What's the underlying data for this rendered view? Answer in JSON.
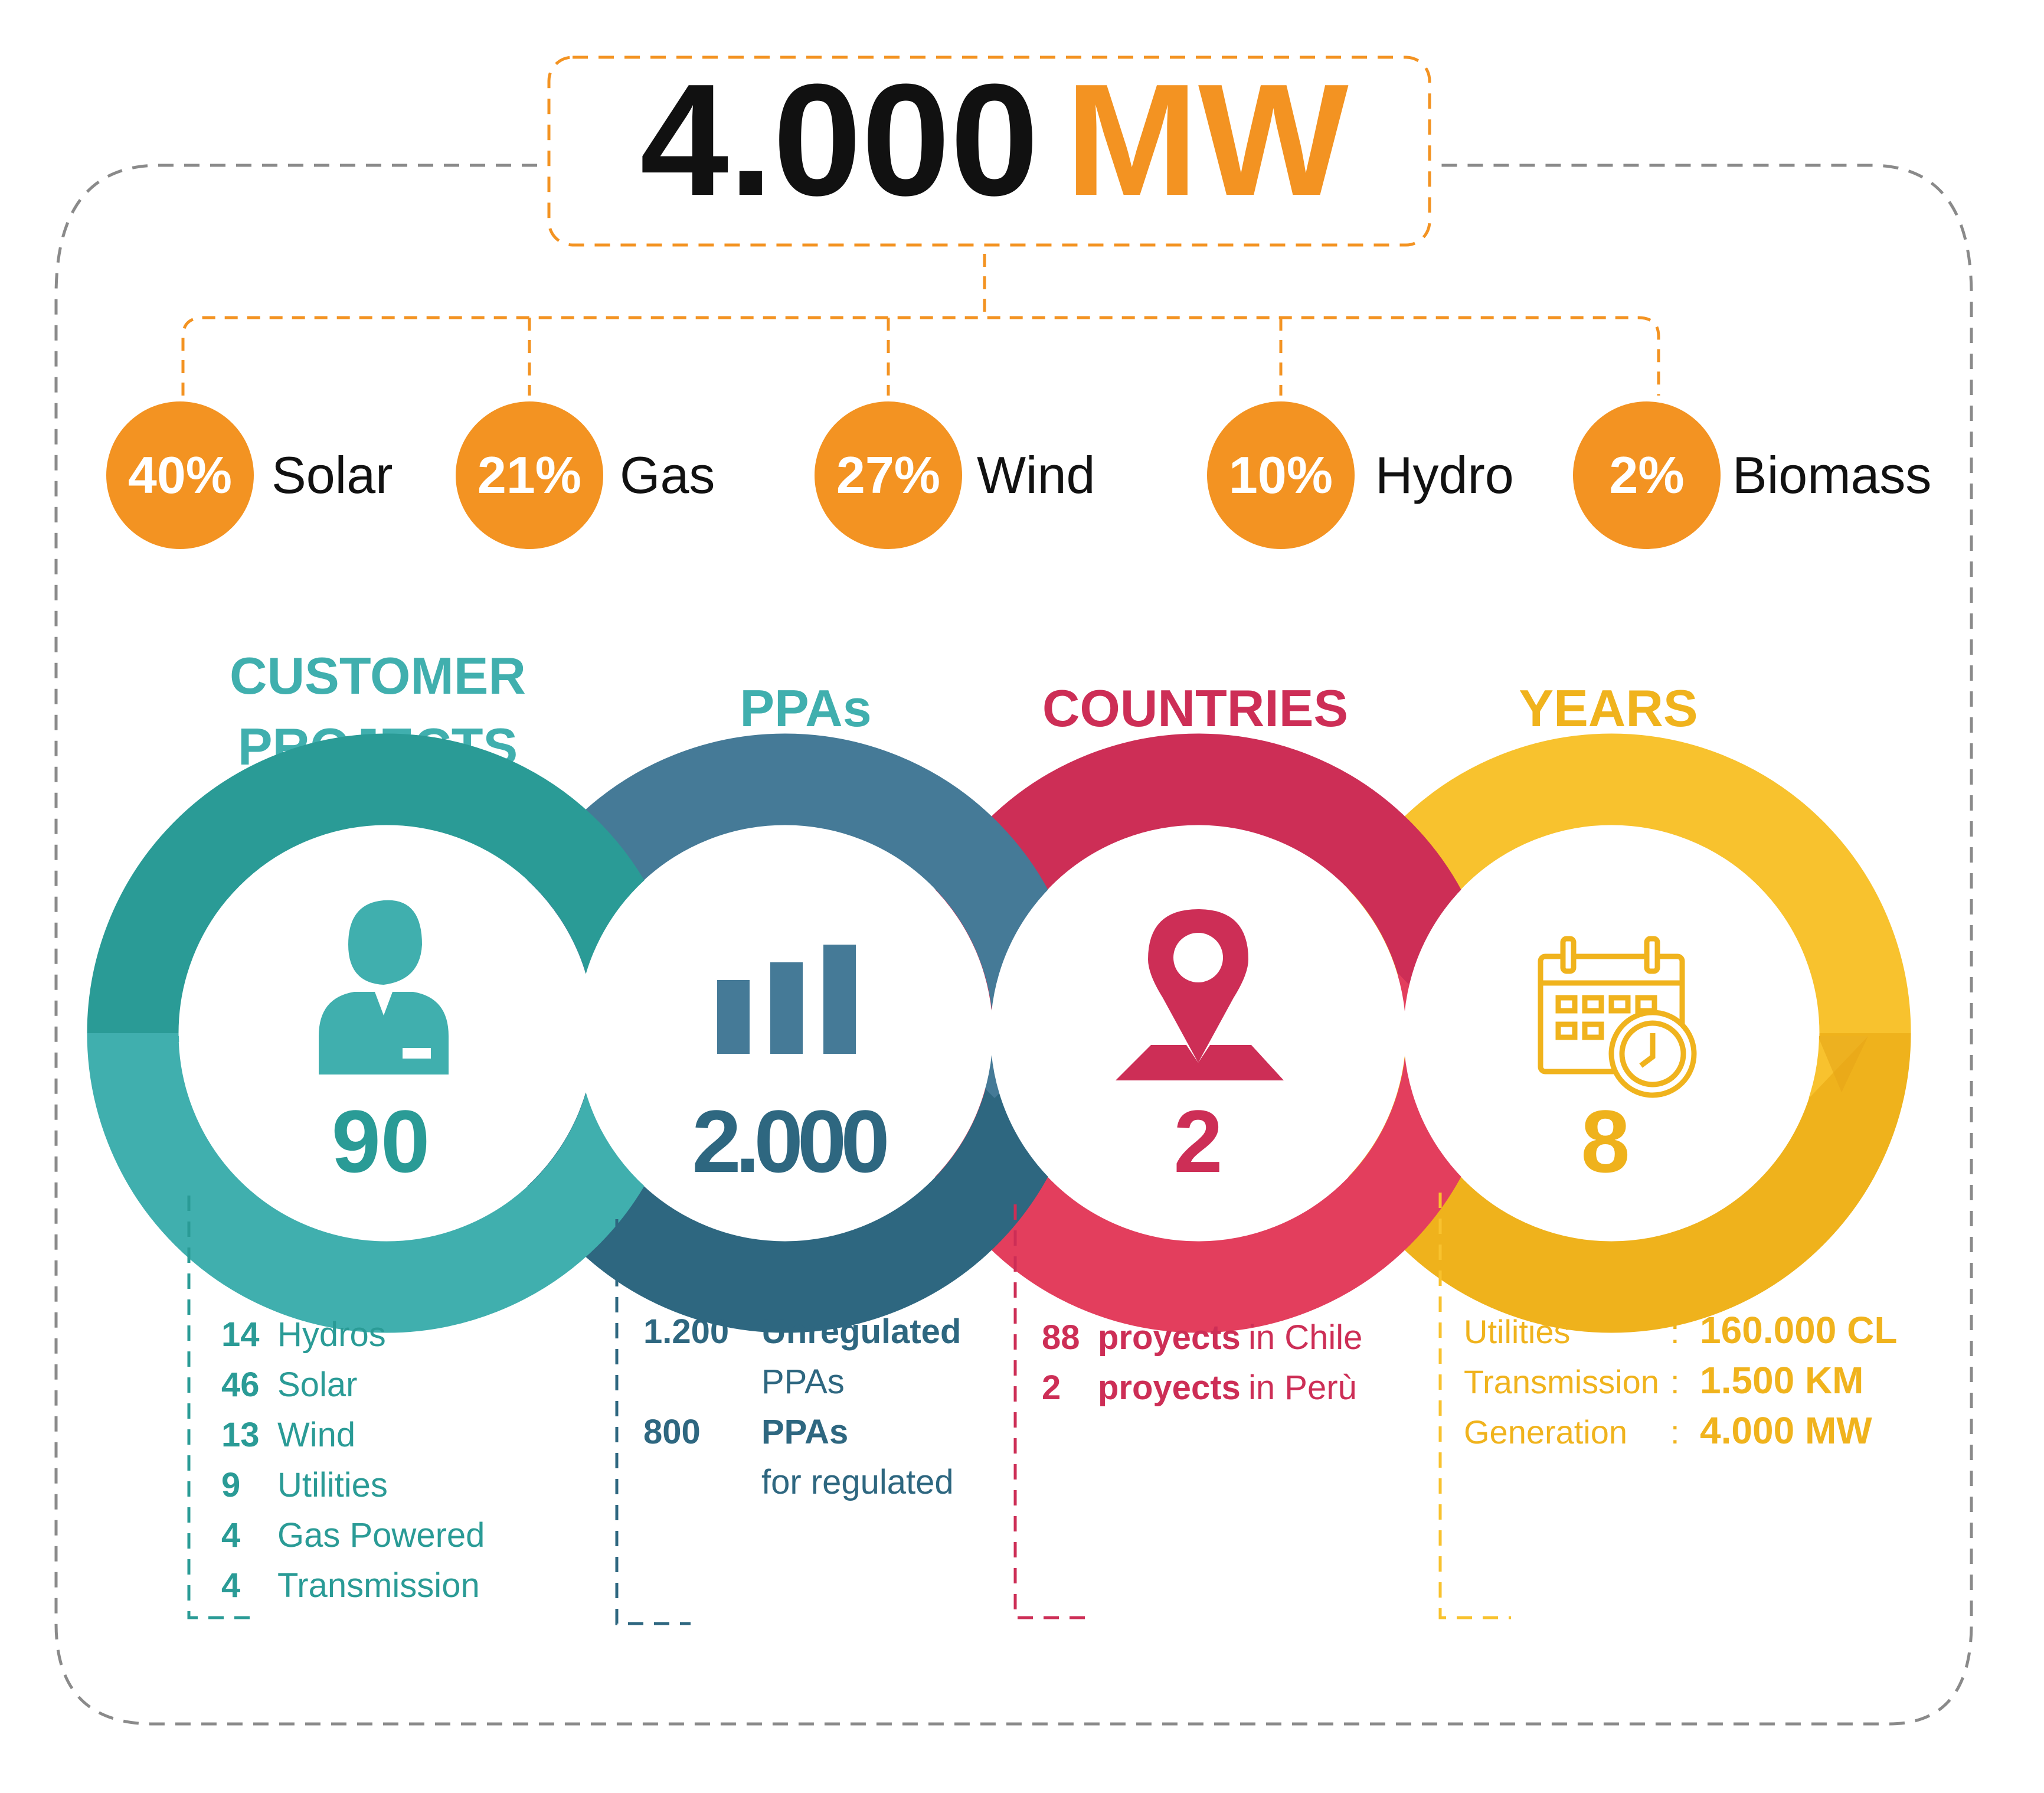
{
  "colors": {
    "orange": "#F39322",
    "teal": "#2A9B96",
    "teal_light": "#40AFAE",
    "blue": "#457A97",
    "blue_dark": "#2E6780",
    "red": "#CD2E56",
    "red_light": "#E33E5D",
    "yellow": "#F8C22E",
    "yellow_dark": "#EFB21C",
    "dash_gray": "#8a8a8a",
    "black": "#111111"
  },
  "header": {
    "value": "4.000",
    "unit": "MW"
  },
  "sources": [
    {
      "percent": "40%",
      "label": "Solar"
    },
    {
      "percent": "21%",
      "label": "Gas"
    },
    {
      "percent": "27%",
      "label": "Wind"
    },
    {
      "percent": "10%",
      "label": "Hydro"
    },
    {
      "percent": "2%",
      "label": "Biomass"
    }
  ],
  "sections": [
    {
      "title_line1": "CUSTOMER",
      "title_line2": "PROJECTS",
      "icon": "person-icon",
      "number": "90",
      "details": [
        {
          "num": "14",
          "label": "Hydros"
        },
        {
          "num": "46",
          "label": "Solar"
        },
        {
          "num": "13",
          "label": "Wind"
        },
        {
          "num": "9",
          "label": "Utilities"
        },
        {
          "num": "4",
          "label": "Gas Powered"
        },
        {
          "num": "4",
          "label": "Transmission"
        }
      ]
    },
    {
      "title": "PPAs",
      "icon": "bar-chart-icon",
      "number": "2.000",
      "details": [
        {
          "num": "1.200",
          "bold_label": "Unregulated",
          "label": "PPAs"
        },
        {
          "num": "800",
          "bold_label": "PPAs",
          "label": "for regulated"
        }
      ]
    },
    {
      "title": "COUNTRIES",
      "icon": "map-pin-icon",
      "number": "2",
      "details": [
        {
          "num": "88",
          "bold_label": "proyects",
          "label": "in Chile"
        },
        {
          "num": "2",
          "bold_label": "proyects",
          "label": "in Perù"
        }
      ]
    },
    {
      "title": "YEARS",
      "icon": "calendar-clock-icon",
      "number": "8",
      "details": [
        {
          "label": "Utilities",
          "sep": ":",
          "value": "160.000 CL"
        },
        {
          "label": "Transmission",
          "sep": ":",
          "value": "1.500 KM"
        },
        {
          "label": "Generation",
          "sep": ":",
          "value": "4.000 MW"
        }
      ]
    }
  ]
}
